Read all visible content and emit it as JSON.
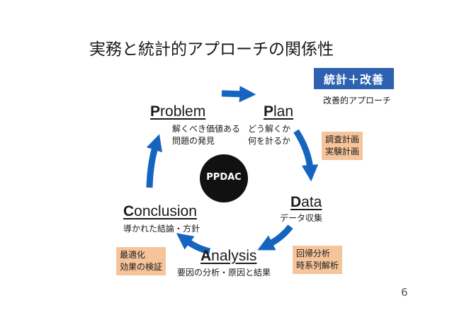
{
  "title": "実務と統計的アプローチの関係性",
  "badge": {
    "label": "統計＋改善",
    "caption": "改善的アプローチ"
  },
  "center_label": "PPDAC",
  "phases": {
    "problem": {
      "first": "P",
      "rest": "roblem",
      "desc1": "解くべき価値ある",
      "desc2": "問題の発見"
    },
    "plan": {
      "first": "P",
      "rest": "lan",
      "desc1": "どう解くか",
      "desc2": "何を計るか"
    },
    "data": {
      "first": "D",
      "rest": "ata",
      "desc1": "データ収集"
    },
    "analysis": {
      "first": "A",
      "rest": "nalysis",
      "desc1": "要因の分析・原因と結果"
    },
    "conclusion": {
      "first": "C",
      "rest": "onclusion",
      "desc1": "導かれた結論・方針"
    }
  },
  "boxes": {
    "plan": {
      "line1": "調査計画",
      "line2": "実験計画"
    },
    "analysis": {
      "line1": "回帰分析",
      "line2": "時系列解析"
    },
    "conclusion": {
      "line1": "最適化",
      "line2": "効果の検証"
    }
  },
  "colors": {
    "arrow": "#1565c0",
    "badge": "#2e62b0",
    "box": "#f6c49a",
    "center": "#111111"
  },
  "page_number": "6"
}
